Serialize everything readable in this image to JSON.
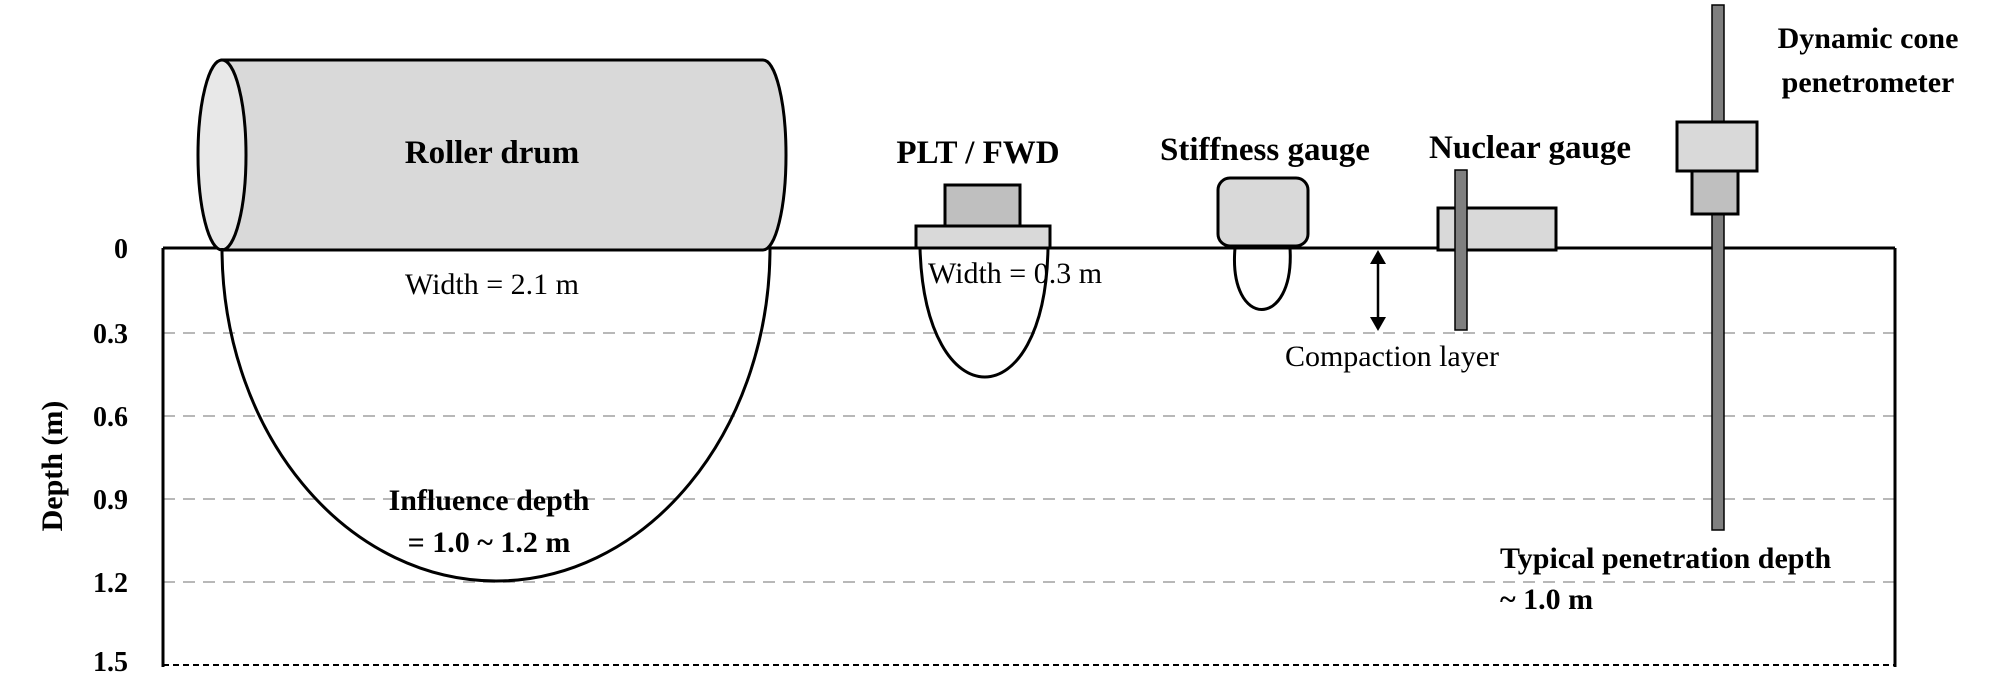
{
  "axis": {
    "label": "Depth (m)",
    "ticks": [
      "0",
      "0.3",
      "0.6",
      "0.9",
      "1.2",
      "1.5"
    ]
  },
  "labels": {
    "roller_drum": "Roller drum",
    "roller_width": "Width = 2.1 m",
    "influence_line1": "Influence depth",
    "influence_line2": "= 1.0 ~ 1.2 m",
    "plt_fwd": "PLT / FWD",
    "plt_width": "Width = 0.3 m",
    "stiffness_gauge": "Stiffness gauge",
    "nuclear_gauge": "Nuclear gauge",
    "compaction_layer": "Compaction layer",
    "dcp_line1": "Dynamic cone",
    "dcp_line2": "penetrometer",
    "penetration_line1": "Typical penetration depth",
    "penetration_line2": "~ 1.0 m"
  },
  "colors": {
    "fill_light": "#d9d9d9",
    "fill_mid": "#bfbfbf",
    "fill_dark": "#999999",
    "rod": "#7f7f7f",
    "grid": "#b8b8b8",
    "line": "#000000"
  }
}
